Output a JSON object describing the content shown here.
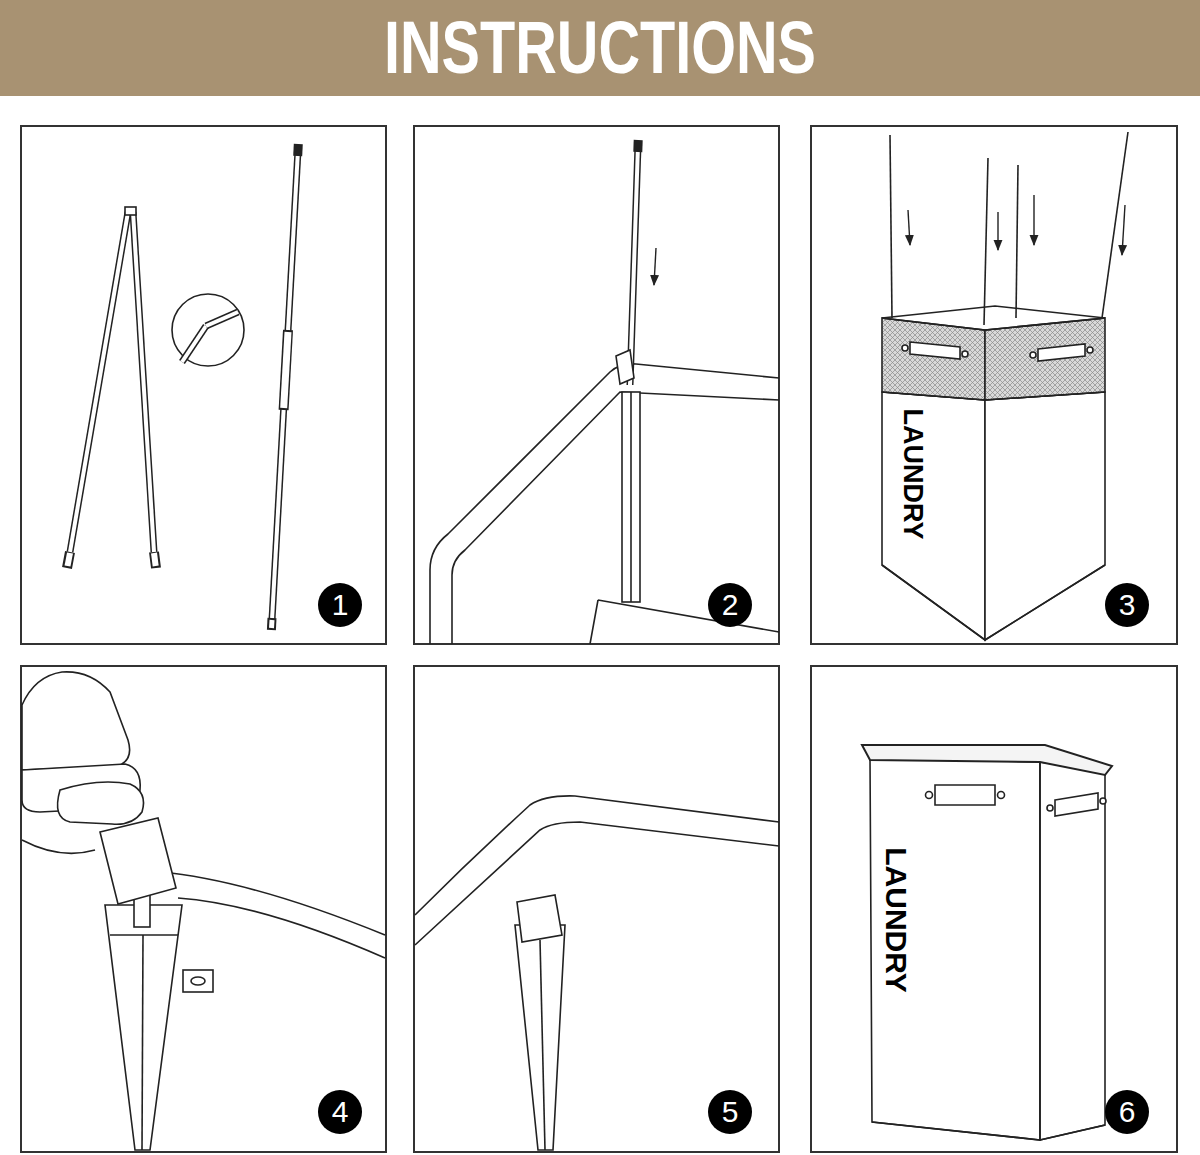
{
  "diagram": {
    "title": "INSTRUCTIONS",
    "nodes": [
      {
        "text": [
          "1"
        ]
      },
      {
        "text": [
          "2"
        ]
      },
      {
        "text": [
          "3"
        ]
      },
      {
        "text": [
          "4"
        ]
      },
      {
        "text": [
          "5"
        ]
      },
      {
        "text": [
          "6"
        ]
      }
    ],
    "labels": [
      "LAUNDRY",
      "LAUNDRY"
    ]
  }
}
